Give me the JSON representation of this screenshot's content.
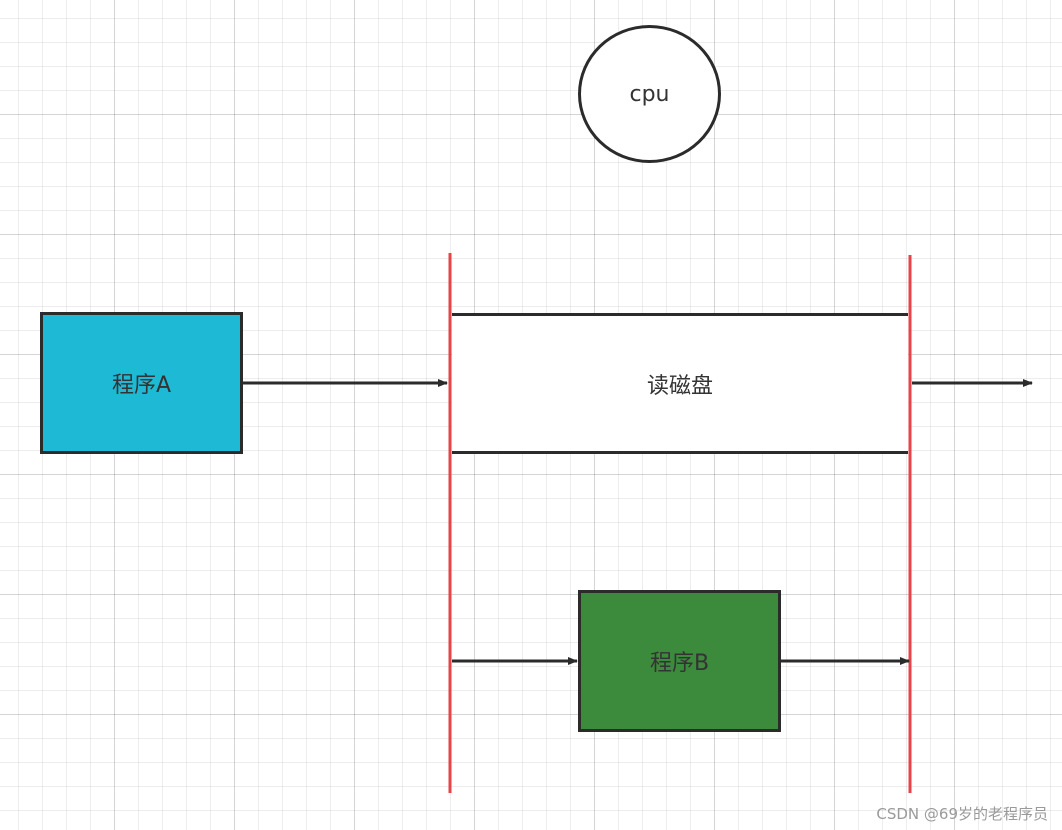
{
  "diagram": {
    "cpu_label": "cpu",
    "program_a_label": "程序A",
    "program_b_label": "程序B",
    "read_disk_label": "读磁盘"
  },
  "colors": {
    "program_a_fill": "#1eb9d4",
    "program_b_fill": "#3c8b3c",
    "timeline_line": "#e8434a",
    "arrow": "#2b2b2b",
    "outline": "#2b2b2b"
  },
  "watermark": "CSDN @69岁的老程序员"
}
